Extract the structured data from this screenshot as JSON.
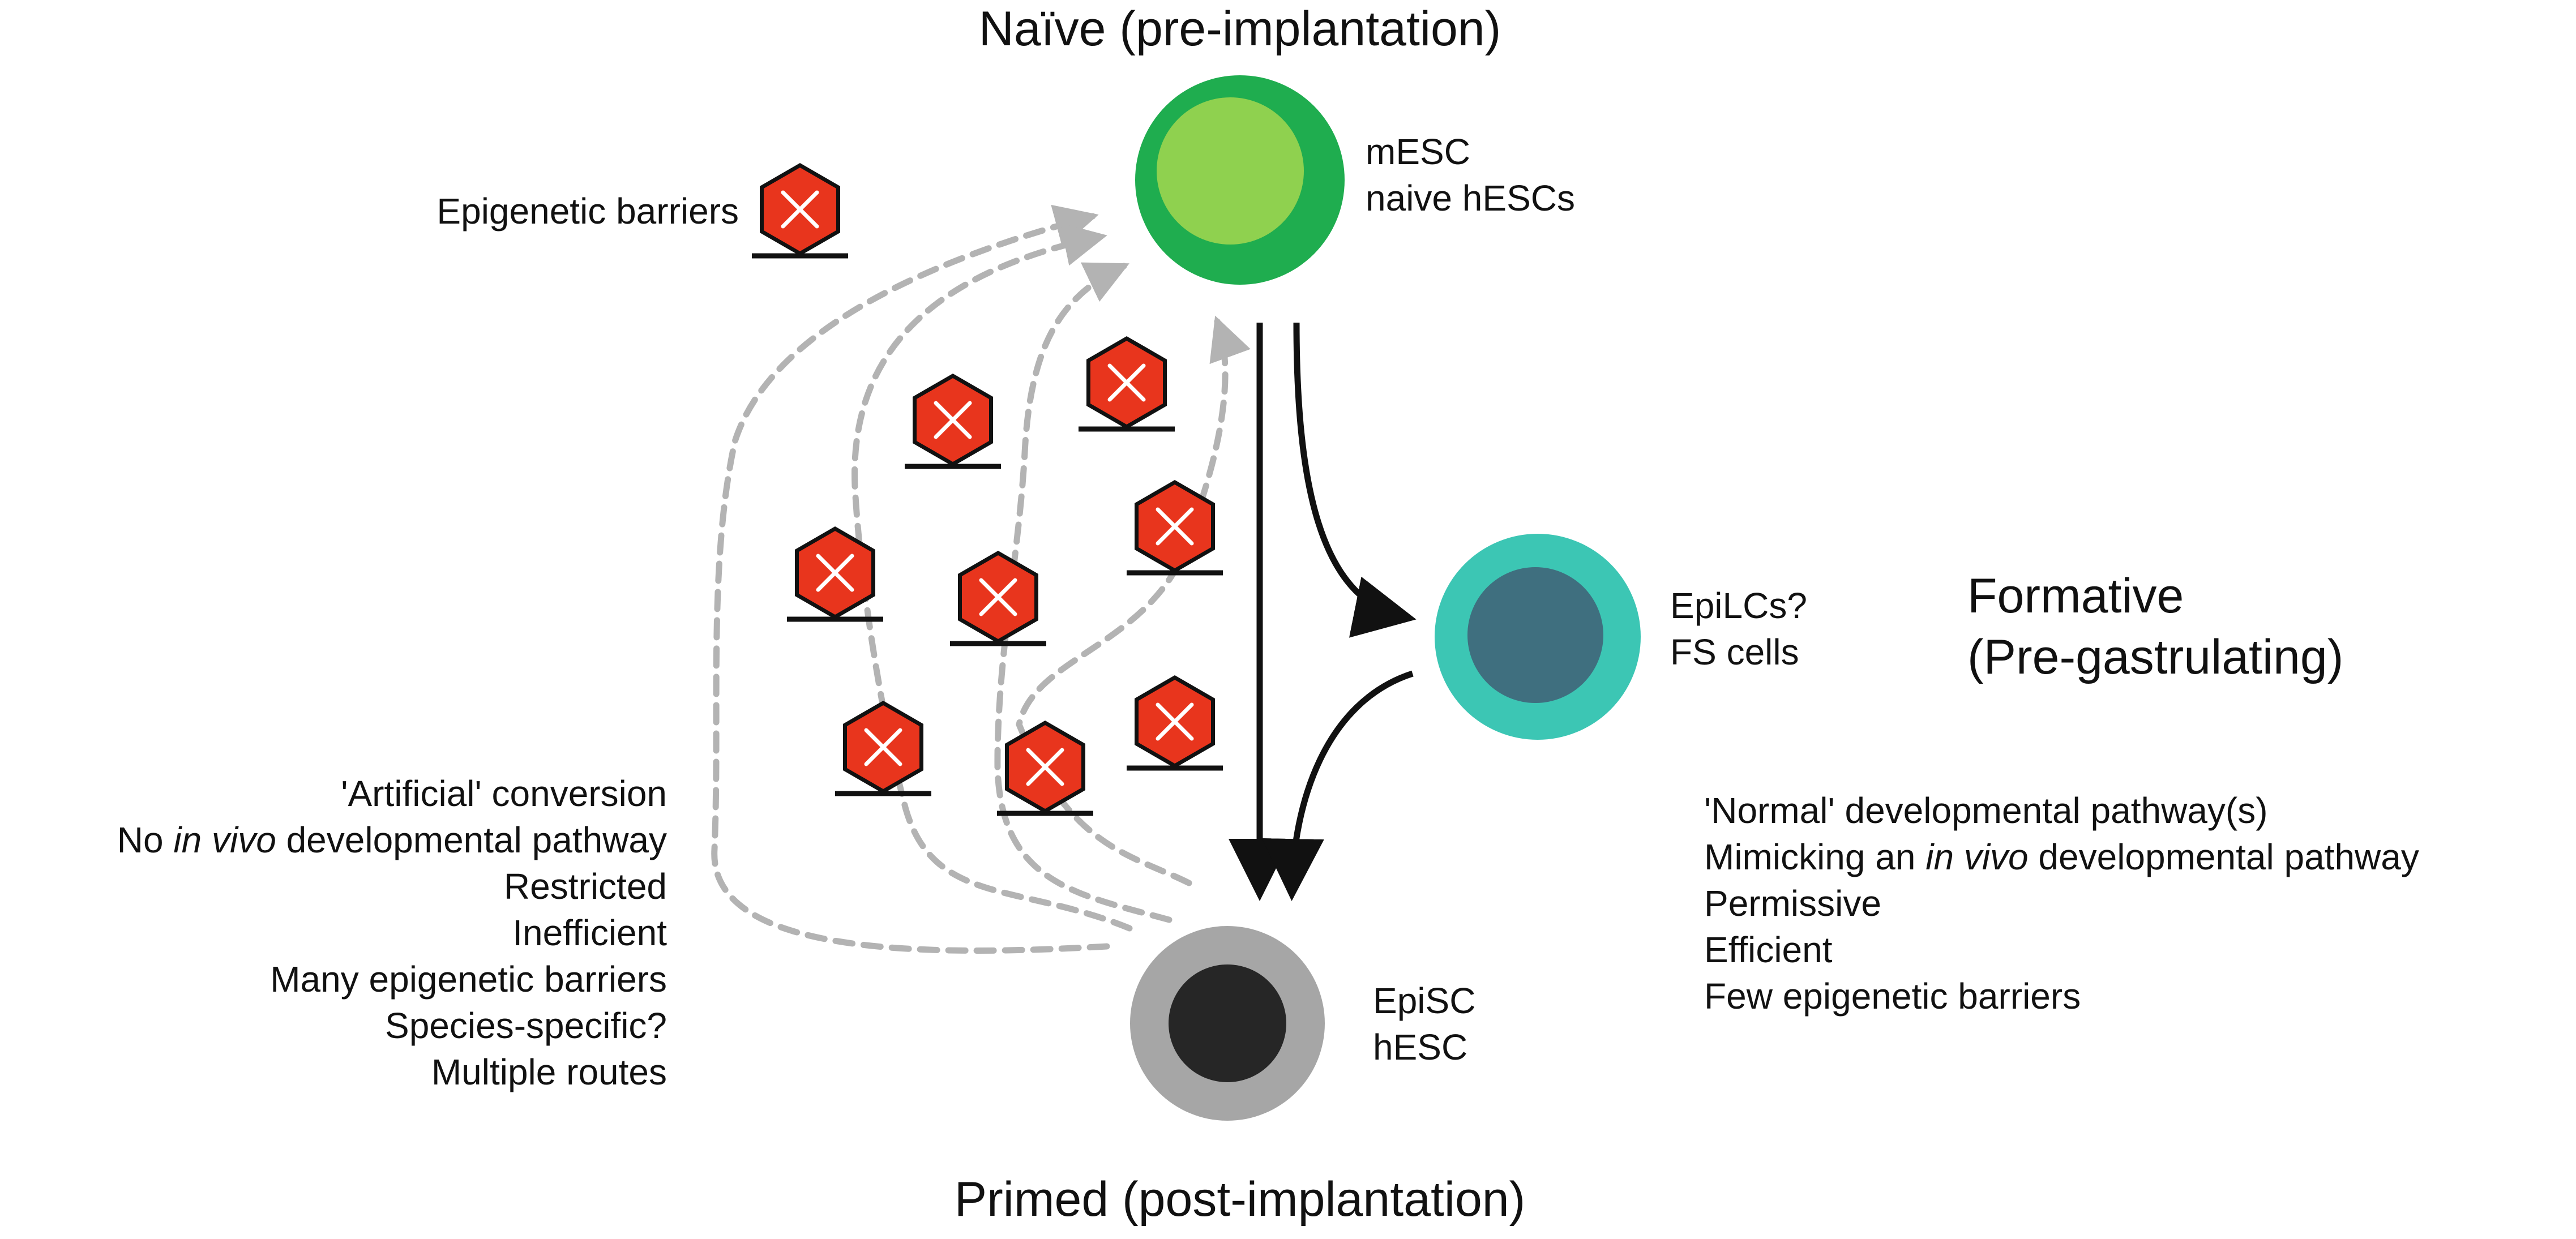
{
  "states": {
    "naive": {
      "title": "Naïve (pre-implantation)",
      "cells": [
        "mESC",
        "naive hESCs"
      ],
      "colors": {
        "outer": "#1fad4f",
        "inner": "#8fd14f"
      }
    },
    "formative": {
      "title_line1": "Formative",
      "title_line2": "(Pre-gastrulating)",
      "cells": [
        "EpiLCs?",
        "FS cells"
      ],
      "colors": {
        "outer": "#3cc6b4",
        "inner": "#3f6f7f"
      }
    },
    "primed": {
      "title": "Primed (post-implantation)",
      "cells": [
        "EpiSC",
        "hESC"
      ],
      "colors": {
        "outer": "#a6a6a6",
        "inner": "#262626"
      }
    }
  },
  "legend": {
    "label": "Epigenetic barriers",
    "icon": "barrier-hexagon-icon",
    "color": "#e8351d"
  },
  "artificial_list": [
    {
      "parts": [
        {
          "text": "'Artificial' conversion",
          "italic": false
        }
      ]
    },
    {
      "parts": [
        {
          "text": "No ",
          "italic": false
        },
        {
          "text": "in vivo",
          "italic": true
        },
        {
          "text": " developmental pathway",
          "italic": false
        }
      ]
    },
    {
      "parts": [
        {
          "text": "Restricted",
          "italic": false
        }
      ]
    },
    {
      "parts": [
        {
          "text": "Inefficient",
          "italic": false
        }
      ]
    },
    {
      "parts": [
        {
          "text": "Many epigenetic barriers",
          "italic": false
        }
      ]
    },
    {
      "parts": [
        {
          "text": "Species-specific?",
          "italic": false
        }
      ]
    },
    {
      "parts": [
        {
          "text": "Multiple routes",
          "italic": false
        }
      ]
    }
  ],
  "normal_list": [
    {
      "parts": [
        {
          "text": "'Normal' developmental pathway(s)",
          "italic": false
        }
      ]
    },
    {
      "parts": [
        {
          "text": "Mimicking an ",
          "italic": false
        },
        {
          "text": "in vivo",
          "italic": true
        },
        {
          "text": " developmental pathway",
          "italic": false
        }
      ]
    },
    {
      "parts": [
        {
          "text": "Permissive",
          "italic": false
        }
      ]
    },
    {
      "parts": [
        {
          "text": "Efficient",
          "italic": false
        }
      ]
    },
    {
      "parts": [
        {
          "text": "Few epigenetic barriers",
          "italic": false
        }
      ]
    }
  ],
  "colors": {
    "arrow": "#111111",
    "dashed_route": "#b3b3b3",
    "barrier": "#e8351d"
  }
}
